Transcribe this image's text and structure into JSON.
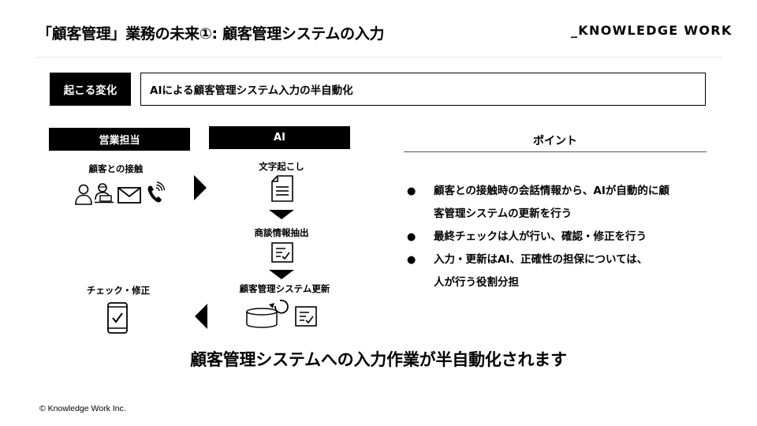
{
  "header": {
    "title": "「顧客管理」業務の未来①: 顧客管理システムの入力",
    "brand": "_KNOWLEDGE WORK"
  },
  "change": {
    "label": "起こる変化",
    "text": "AIによる顧客管理システム入力の半自動化"
  },
  "lanes": {
    "sales": "営業担当",
    "ai": "AI"
  },
  "flow": {
    "customer_contact": "顧客との接触",
    "transcription": "文字起こし",
    "extraction": "商談情報抽出",
    "crm_update": "顧客管理システム更新",
    "check_fix": "チェック・修正"
  },
  "points": {
    "title": "ポイント",
    "items": [
      "顧客との接触時の会話情報から、AIが自動的に顧客管理システムの更新を行う",
      "最終チェックは人が行い、確認・修正を行う",
      "入力・更新はAI、正確性の担保については、人が行う役割分担"
    ],
    "item_lines": [
      [
        "顧客との接触時の会話情報から、AIが自動的に顧",
        "客管理システムの更新を行う"
      ],
      [
        "最終チェックは人が行い、確認・修正を行う"
      ],
      [
        "入力・更新はAI、正確性の担保については、",
        "人が行う役割分担"
      ]
    ],
    "bullet": "●"
  },
  "summary": "顧客管理システムへの入力作業が半自動化されます",
  "footer": {
    "copyright": "© Knowledge Work Inc."
  }
}
